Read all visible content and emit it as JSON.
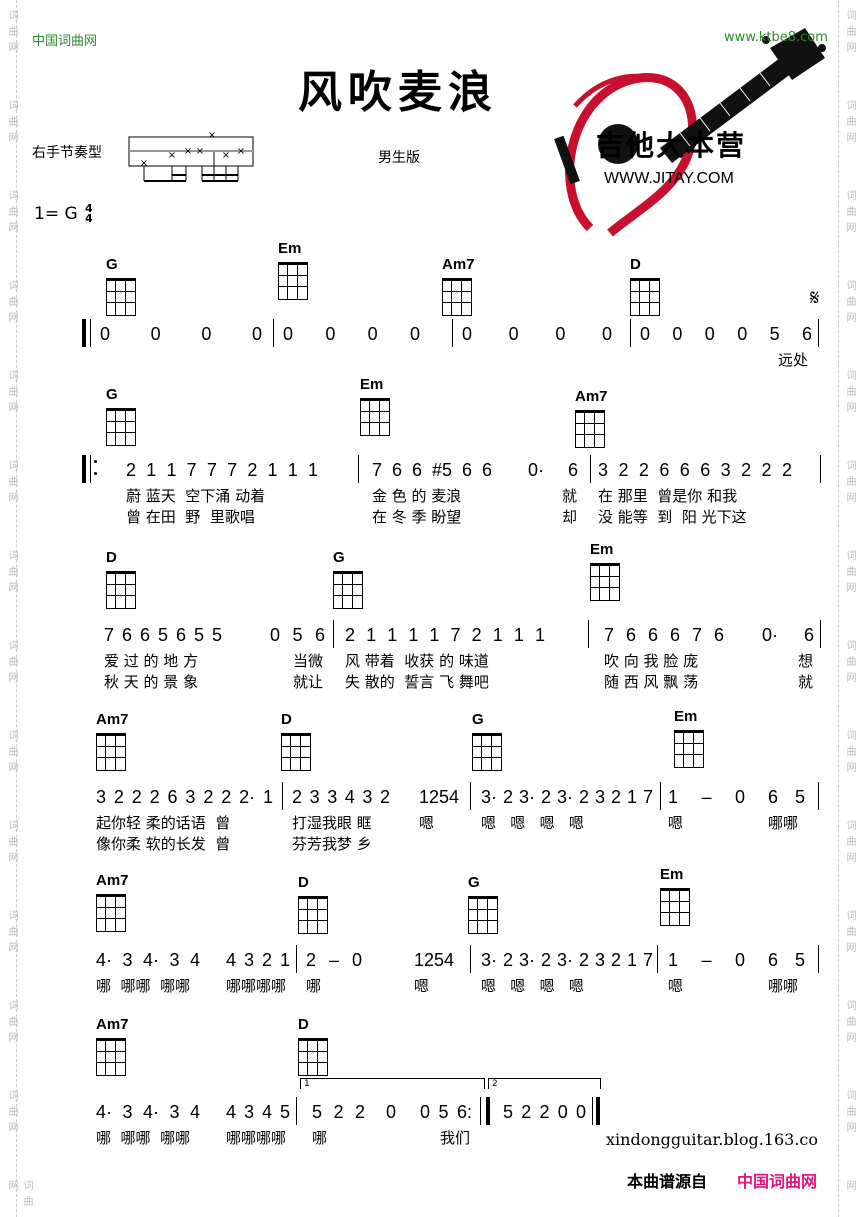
{
  "header": {
    "site_left": "中国词曲网",
    "site_right": "www.ktbe8.com",
    "title": "风吹麦浪",
    "rhythm_label": "右手节奏型",
    "version": "男生版",
    "key": "1= G",
    "time_sig_top": "4",
    "time_sig_bottom": "4",
    "watermark": "词曲网"
  },
  "logo": {
    "name": "吉他大本营",
    "url": "WWW.JITAY.COM",
    "colors": {
      "red": "#c8102e",
      "black": "#111111"
    }
  },
  "segno": "𝄋",
  "systems": [
    {
      "chords": [
        "G",
        "Em",
        "Am7",
        "D"
      ],
      "segments": [
        {
          "notes": "0 0 0 0",
          "lyrics": [
            "",
            ""
          ]
        },
        {
          "notes": "0 0 0 0",
          "lyrics": [
            "",
            ""
          ]
        },
        {
          "notes": "0 0 0 0",
          "lyrics": [
            "",
            ""
          ]
        },
        {
          "notes": "0 0 0 0 5 6",
          "lyrics": [
            "远处",
            ""
          ]
        }
      ]
    },
    {
      "chords": [
        "G",
        "Em",
        "Am7"
      ],
      "segments": [
        {
          "notes": "2 1 1 7 7 7 2 1 1 1",
          "lyrics": [
            "蔚 蓝天  空下涌 动着",
            "曾 在田  野  里歌唱"
          ]
        },
        {
          "notes": "7 6 6 #5 6 6",
          "lyrics": [
            "金 色 的 麦浪",
            "在 冬 季 盼望"
          ]
        },
        {
          "notes": "0· 6",
          "lyrics": [
            "就",
            "却"
          ]
        },
        {
          "notes": "3 2 2 6 6 6 3 2 2 2",
          "lyrics": [
            "在 那里  曾是你 和我",
            "没 能等  到  阳 光下这"
          ]
        }
      ]
    },
    {
      "chords": [
        "D",
        "G",
        "Em"
      ],
      "segments": [
        {
          "notes": "7 6 6 5 6 5 5",
          "lyrics": [
            "爱 过 的 地 方",
            "秋 天 的 景 象"
          ]
        },
        {
          "notes": "0 5 6",
          "lyrics": [
            "当微",
            "就让"
          ]
        },
        {
          "notes": "2 1 1 1 1 7 2 1 1 1",
          "lyrics": [
            "风 带着  收获 的 味道",
            "失 散的  誓言 飞 舞吧"
          ]
        },
        {
          "notes": "7 6 6 6 7 6",
          "lyrics": [
            "吹 向 我 脸 庞",
            "随 西 风 飘 荡"
          ]
        },
        {
          "notes": "0· 6",
          "lyrics": [
            "想",
            "就"
          ]
        }
      ]
    },
    {
      "chords": [
        "Am7",
        "D",
        "G",
        "Em"
      ],
      "segments": [
        {
          "notes": "3 2 2 2 6 3 2 2 2· 1",
          "lyrics": [
            "起你轻 柔的话语  曾",
            "像你柔 软的长发  曾"
          ]
        },
        {
          "notes": "2 3 3 4 3 2",
          "lyrics": [
            "打湿我眼 眶",
            "芬芳我梦 乡"
          ]
        },
        {
          "notes": "1254",
          "lyrics": [
            "嗯",
            ""
          ]
        },
        {
          "notes": "3· 2 3· 2 3· 2 3 2 1 7",
          "lyrics": [
            "嗯   嗯   嗯   嗯",
            ""
          ]
        },
        {
          "notes": "1 – 0",
          "lyrics": [
            "嗯",
            ""
          ]
        },
        {
          "notes": "6 5",
          "lyrics": [
            "哪哪",
            ""
          ]
        }
      ]
    },
    {
      "chords": [
        "Am7",
        "D",
        "G",
        "Em"
      ],
      "segments": [
        {
          "notes": "4· 3 4· 3 4",
          "lyrics": [
            "哪  哪哪  哪哪",
            ""
          ]
        },
        {
          "notes": "4 3 2 1",
          "lyrics": [
            "哪哪哪哪",
            ""
          ]
        },
        {
          "notes": "2 – 0",
          "lyrics": [
            "哪",
            ""
          ]
        },
        {
          "notes": "1254",
          "lyrics": [
            "嗯",
            ""
          ]
        },
        {
          "notes": "3· 2 3· 2 3· 2 3 2 1 7",
          "lyrics": [
            "嗯   嗯   嗯   嗯",
            ""
          ]
        },
        {
          "notes": "1 – 0",
          "lyrics": [
            "嗯",
            ""
          ]
        },
        {
          "notes": "6 5",
          "lyrics": [
            "哪哪",
            ""
          ]
        }
      ]
    },
    {
      "chords": [
        "Am7",
        "D"
      ],
      "segments": [
        {
          "notes": "4· 3 4· 3 4",
          "lyrics": [
            "哪  哪哪  哪哪",
            ""
          ]
        },
        {
          "notes": "4 3 4 5",
          "lyrics": [
            "哪哪哪哪",
            ""
          ]
        },
        {
          "notes": "5 2 2",
          "lyrics": [
            "哪",
            ""
          ]
        },
        {
          "notes": "0",
          "lyrics": [
            "",
            ""
          ]
        },
        {
          "notes": "0 5 6:",
          "lyrics": [
            "我们",
            ""
          ]
        },
        {
          "notes": "5 2 2 0 0",
          "lyrics": [
            "",
            ""
          ]
        }
      ],
      "endings": [
        "1",
        "2"
      ]
    }
  ],
  "footer": {
    "blog": "xindongguitar.blog.163.co",
    "source_label": "本曲谱源自",
    "source_site": "中国词曲网",
    "source_color": "#e0177a"
  }
}
